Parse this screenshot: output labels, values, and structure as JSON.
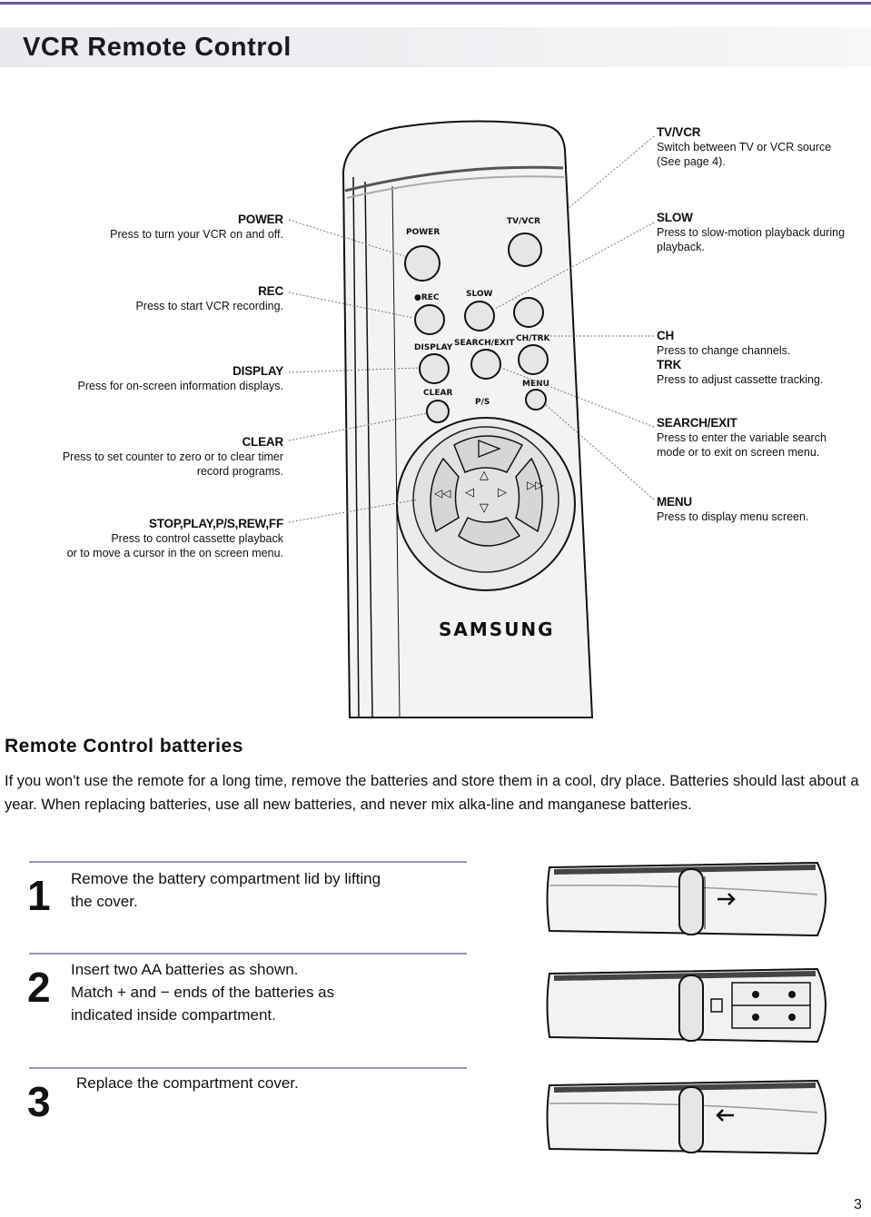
{
  "header": {
    "title": "VCR Remote Control"
  },
  "remote": {
    "brand": "SAMSUNG",
    "button_labels": {
      "power": "POWER",
      "tvvcr": "TV/VCR",
      "rec": "●REC",
      "slow": "SLOW",
      "display": "DISPLAY",
      "search_exit": "SEARCH/EXIT",
      "ch_trk": "CH/TRK",
      "clear": "CLEAR",
      "menu": "MENU",
      "ps": "P/S"
    }
  },
  "callouts": {
    "power": {
      "title": "POWER",
      "lines": [
        "Press to turn your VCR on and off."
      ]
    },
    "rec": {
      "title": "REC",
      "lines": [
        "Press to start VCR recording."
      ]
    },
    "display": {
      "title": "DISPLAY",
      "lines": [
        "Press for on-screen information displays."
      ]
    },
    "clear": {
      "title": "CLEAR",
      "lines": [
        "Press to set counter to zero or to clear timer",
        "record programs."
      ]
    },
    "transport": {
      "title": "STOP,PLAY,P/S,REW,FF",
      "lines": [
        "Press to control cassette playback",
        "or to move a cursor in the on screen menu."
      ]
    },
    "tvvcr": {
      "title": "TV/VCR",
      "lines": [
        "Switch between TV or VCR source",
        "(See page 4)."
      ]
    },
    "slow": {
      "title": "SLOW",
      "lines": [
        "Press to slow-motion playback during",
        "playback."
      ]
    },
    "ch": {
      "title": "CH",
      "lines": [
        "Press to change channels."
      ]
    },
    "trk": {
      "title": "TRK",
      "lines": [
        "Press to adjust cassette tracking."
      ]
    },
    "search_exit": {
      "title": "SEARCH/EXIT",
      "lines": [
        "Press to enter the variable search",
        "mode or to exit on screen menu."
      ]
    },
    "menu": {
      "title": "MENU",
      "lines": [
        "Press to display menu screen."
      ]
    }
  },
  "batteries": {
    "title": "Remote Control batteries",
    "intro": "If you won't use the remote for a long time, remove the batteries and store them in a cool, dry place. Batteries should last about a year. When replacing batteries, use all new batteries, and never mix alka-line and manganese batteries.",
    "steps": [
      {
        "number": "1",
        "lines": [
          "Remove the battery compartment lid by lifting",
          "the cover."
        ]
      },
      {
        "number": "2",
        "lines": [
          "Insert two AA batteries as shown.",
          "Match + and − ends of the batteries as",
          "indicated inside compartment."
        ]
      },
      {
        "number": "3",
        "lines": [
          "Replace the compartment cover."
        ]
      }
    ]
  },
  "footer": {
    "page_number": "3"
  },
  "colors": {
    "rule": "#6a57b0",
    "step_rule": "#9b94c4"
  }
}
